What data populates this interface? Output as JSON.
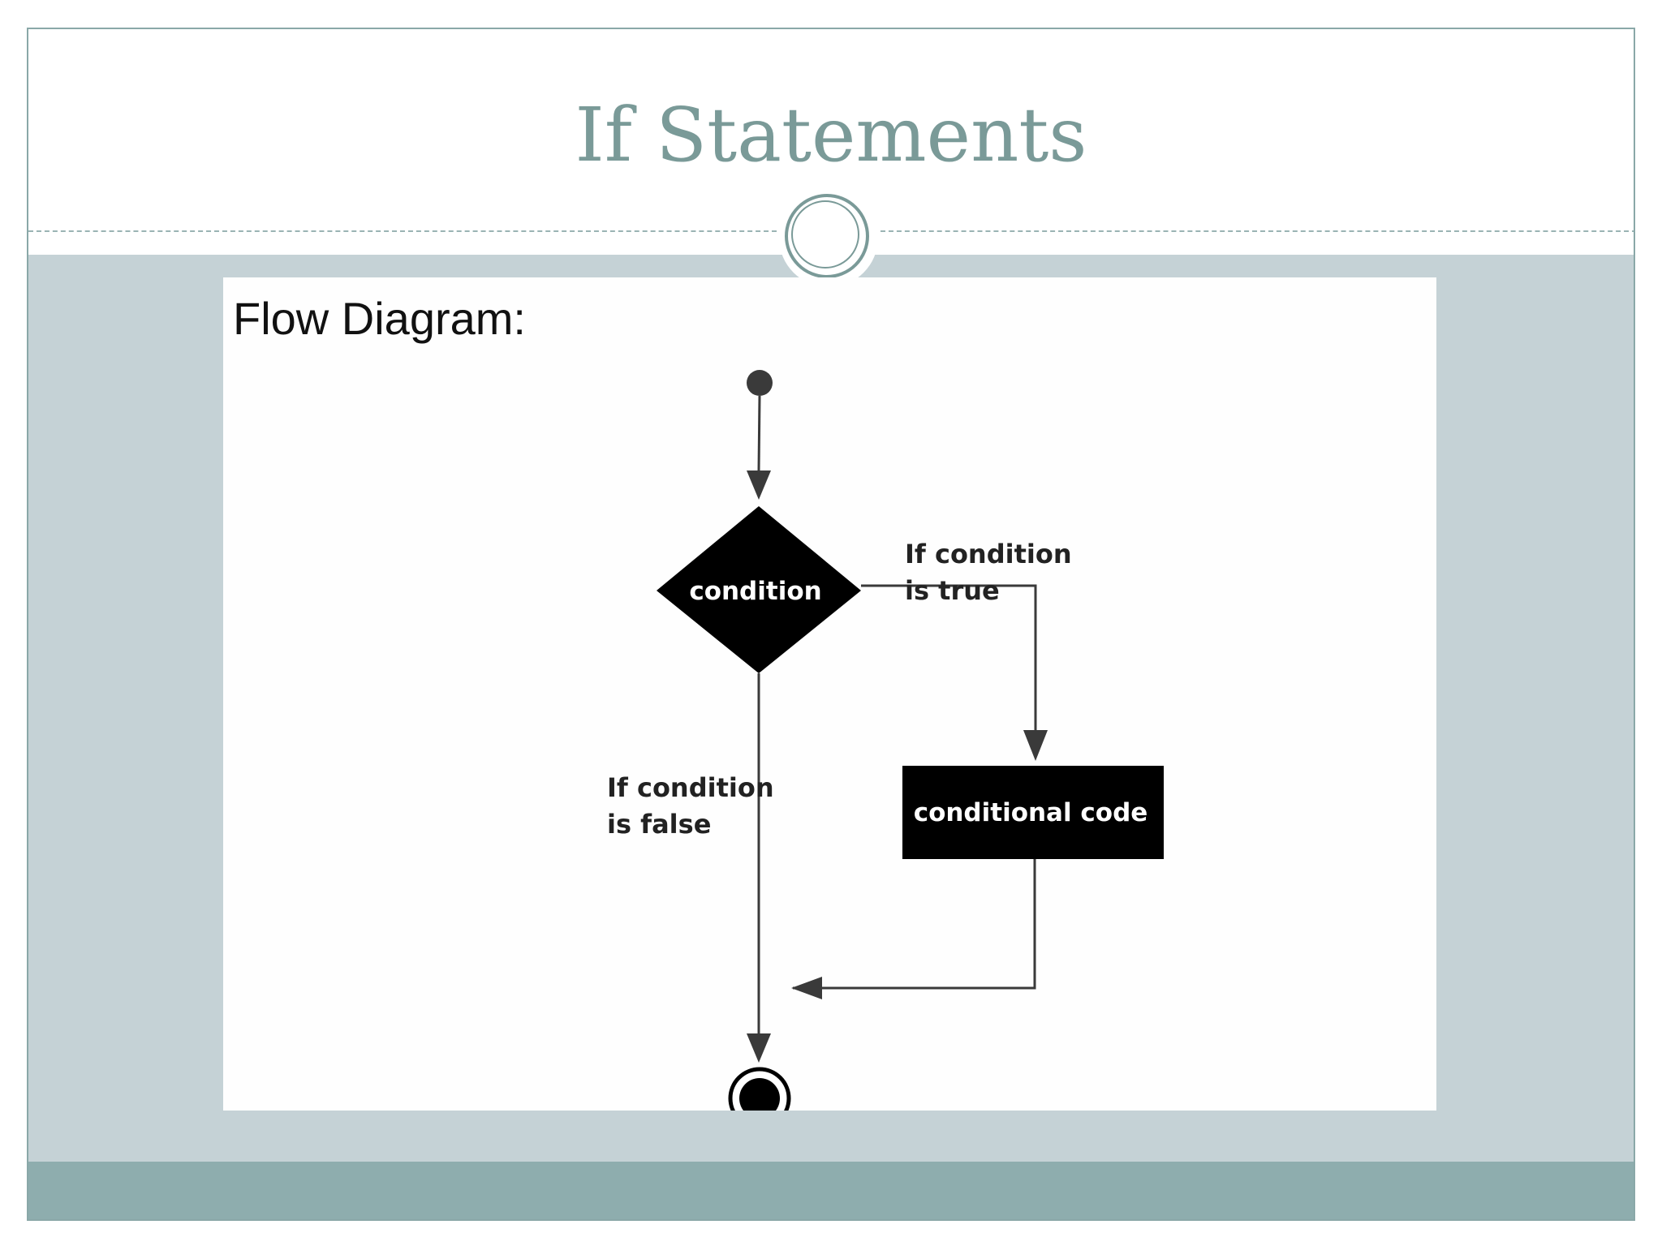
{
  "slide": {
    "title": "If Statements"
  },
  "diagram": {
    "heading": "Flow Diagram:",
    "decision_label": "condition",
    "process_label": "conditional code",
    "true_branch_label": [
      "If condition",
      "is true"
    ],
    "false_branch_label": [
      "If condition",
      "is false"
    ]
  },
  "colors": {
    "title": "#7a9a98",
    "content_band": "#c5d2d6",
    "footer_band": "#8eadae",
    "diagram_fill": "#000000"
  }
}
